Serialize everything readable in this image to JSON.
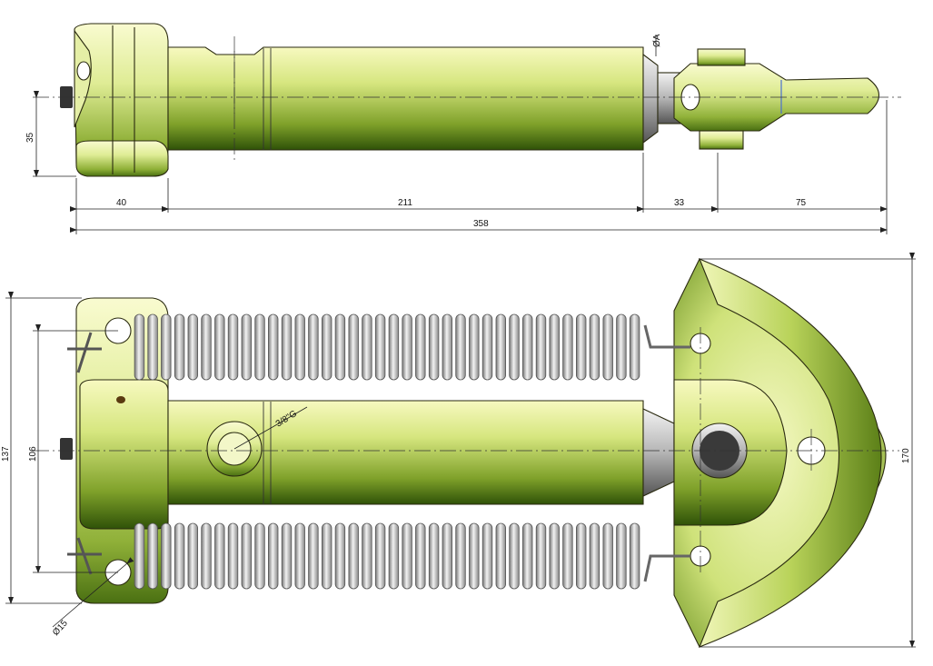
{
  "colors": {
    "body_light": "#f4f7b0",
    "body_mid": "#c9e070",
    "body_dark": "#3f6a10",
    "spring_light": "#f0f0f0",
    "spring_dark": "#8a8a8a",
    "line": "#222222"
  },
  "top_view": {
    "diameter_label": "ØA",
    "height_dim": "35",
    "dim_segments": [
      "40",
      "211",
      "33",
      "75"
    ],
    "overall_length": "358"
  },
  "front_view": {
    "height_outer": "137",
    "height_inner": "106",
    "height_plate": "170",
    "port_label": "3/8\"G",
    "hole_label": "Ø15"
  },
  "springs": {
    "top_coils": 38,
    "bottom_coils": 38
  }
}
